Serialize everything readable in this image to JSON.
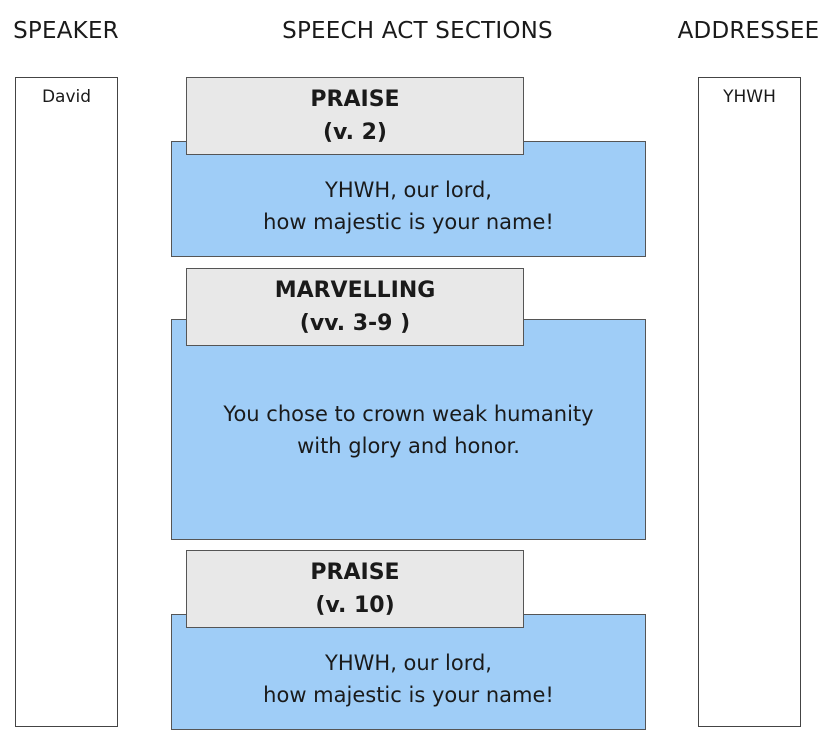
{
  "headers": {
    "speaker": "SPEAKER",
    "sections": "SPEECH ACT SECTIONS",
    "addressee": "ADDRESSEE"
  },
  "speaker": "David",
  "addressee": "YHWH",
  "sections": [
    {
      "title": "PRAISE",
      "verses": "(v. 2)",
      "line1": "YHWH, our lord,",
      "line2": "how majestic is your name!"
    },
    {
      "title": "MARVELLING",
      "verses": "(vv. 3-9 )",
      "line1": "You chose to crown weak humanity",
      "line2": "with glory and honor."
    },
    {
      "title": "PRAISE",
      "verses": "(v. 10)",
      "line1": "YHWH, our lord,",
      "line2": "how majestic is your name!"
    }
  ],
  "colors": {
    "content_fill": "#9fcdf7",
    "label_fill": "#e8e8e8",
    "border": "#555555"
  }
}
